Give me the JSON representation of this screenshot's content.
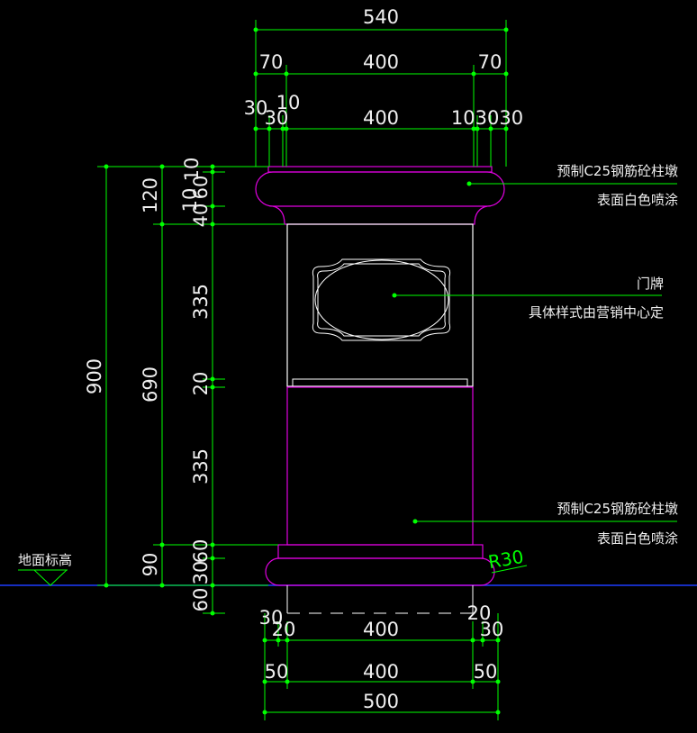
{
  "dimensions": {
    "top": {
      "overall": "540",
      "row2": [
        "70",
        "400",
        "70"
      ],
      "row3": [
        "30",
        "30",
        "10",
        "400",
        "10",
        "30",
        "30"
      ],
      "row3_left_stack": "30",
      "row3_right_run": "103030"
    },
    "left": {
      "total": "900",
      "shaft": "690",
      "cap": "120",
      "base": "90",
      "fine_top": [
        "10",
        "60",
        "10",
        "40"
      ],
      "mid": [
        "335",
        "20",
        "335"
      ],
      "fine_bottom": [
        "60",
        "30",
        "60"
      ]
    },
    "bottom": {
      "row1": [
        "30",
        "20",
        "400",
        "20",
        "30"
      ],
      "row2": [
        "50",
        "400",
        "50"
      ],
      "overall": "500"
    },
    "radius": "R30"
  },
  "annotations": {
    "cap_line1": "预制C25钢筋砼柱墩",
    "cap_line2": "表面白色喷涂",
    "plate_line1": "门牌",
    "plate_line2": "具体样式由营销中心定",
    "base_line1": "预制C25钢筋砼柱墩",
    "base_line2": "表面白色喷涂",
    "ground": "地面标高"
  },
  "colors": {
    "background": "#000000",
    "dimension_lines": "#00ff00",
    "outline": "#e000e0",
    "detail": "#ffffff"
  }
}
